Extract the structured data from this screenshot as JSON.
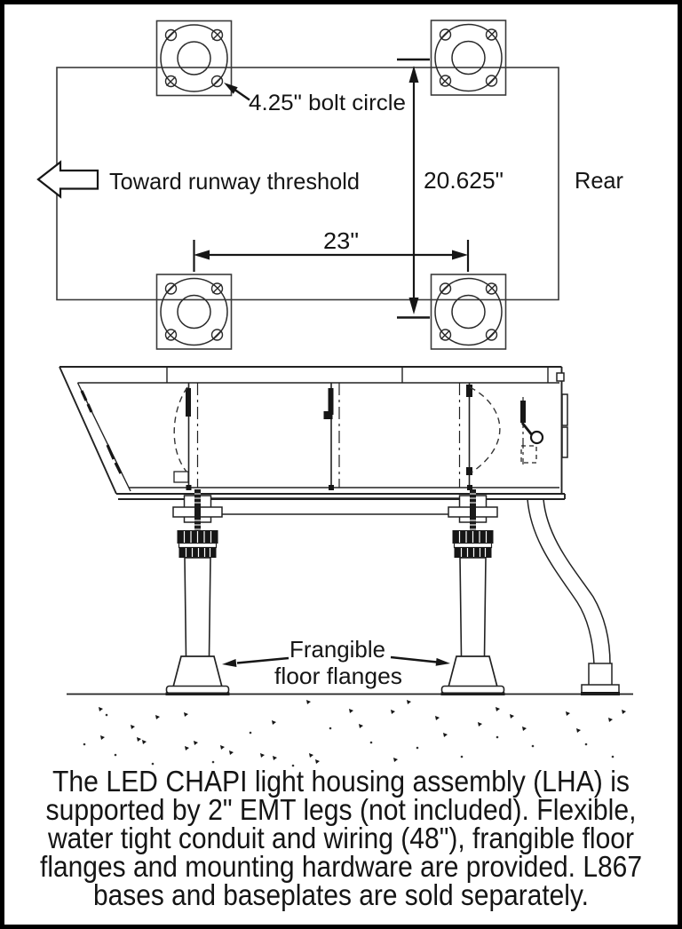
{
  "page": {
    "background": "#ffffff",
    "border_color": "#000000",
    "ink_color": "#1f1f1f"
  },
  "top_view": {
    "bolt_circle_label": "4.25\" bolt circle",
    "direction_label": "Toward runway threshold",
    "vertical_dimension": "20.625\"",
    "horizontal_dimension": "23\"",
    "rear_label": "Rear"
  },
  "side_view": {
    "flange_label_line1": "Frangible",
    "flange_label_line2": "floor flanges"
  },
  "caption": {
    "lines": [
      "The LED CHAPI light housing assembly (LHA) is",
      "supported by 2\" EMT legs (not included). Flexible,",
      "water tight conduit and wiring (48\"), frangible floor",
      "flanges and mounting hardware are provided. L867",
      "bases and baseplates are sold separately."
    ]
  }
}
